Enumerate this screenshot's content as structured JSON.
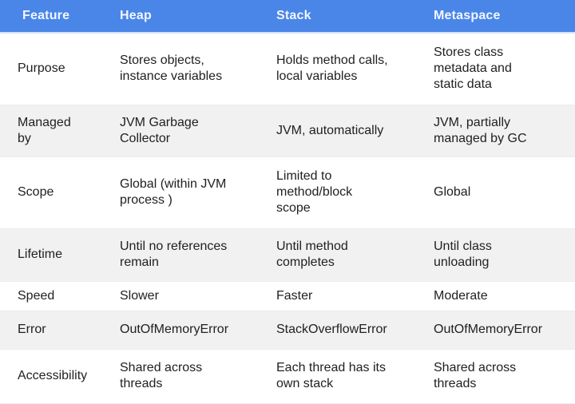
{
  "colors": {
    "header_bg": "#4a86e8",
    "header_text": "#f2f6fe",
    "header_border": "#d6e2f8",
    "row_bg": "#ffffff",
    "row_alt_bg": "#f1f1f1",
    "row_border": "#ededed",
    "body_text": "#212121"
  },
  "table": {
    "columns": [
      "Feature",
      "Heap",
      "Stack",
      "Metaspace"
    ],
    "rows": [
      {
        "cells": [
          "Purpose",
          "Stores objects,\ninstance variables",
          "Holds method calls,\nlocal variables",
          "Stores class\nmetadata and\nstatic data"
        ]
      },
      {
        "cells": [
          "Managed by",
          "JVM Garbage\nCollector",
          "JVM, automatically",
          "JVM, partially\nmanaged by GC"
        ]
      },
      {
        "cells": [
          "Scope",
          "Global (within JVM\nprocess )",
          "Limited to\nmethod/block\nscope",
          "Global"
        ]
      },
      {
        "cells": [
          "Lifetime",
          "Until no references\nremain",
          "Until method\ncompletes",
          "Until class\nunloading"
        ]
      },
      {
        "cells": [
          "Speed",
          "Slower",
          "Faster",
          "Moderate"
        ]
      },
      {
        "cells": [
          "Error",
          "OutOfMemoryError",
          "StackOverflowError",
          "OutOfMemoryError"
        ]
      },
      {
        "cells": [
          "Accessibility",
          "Shared across\nthreads",
          "Each thread has its\nown stack",
          "Shared across\nthreads"
        ]
      }
    ]
  }
}
